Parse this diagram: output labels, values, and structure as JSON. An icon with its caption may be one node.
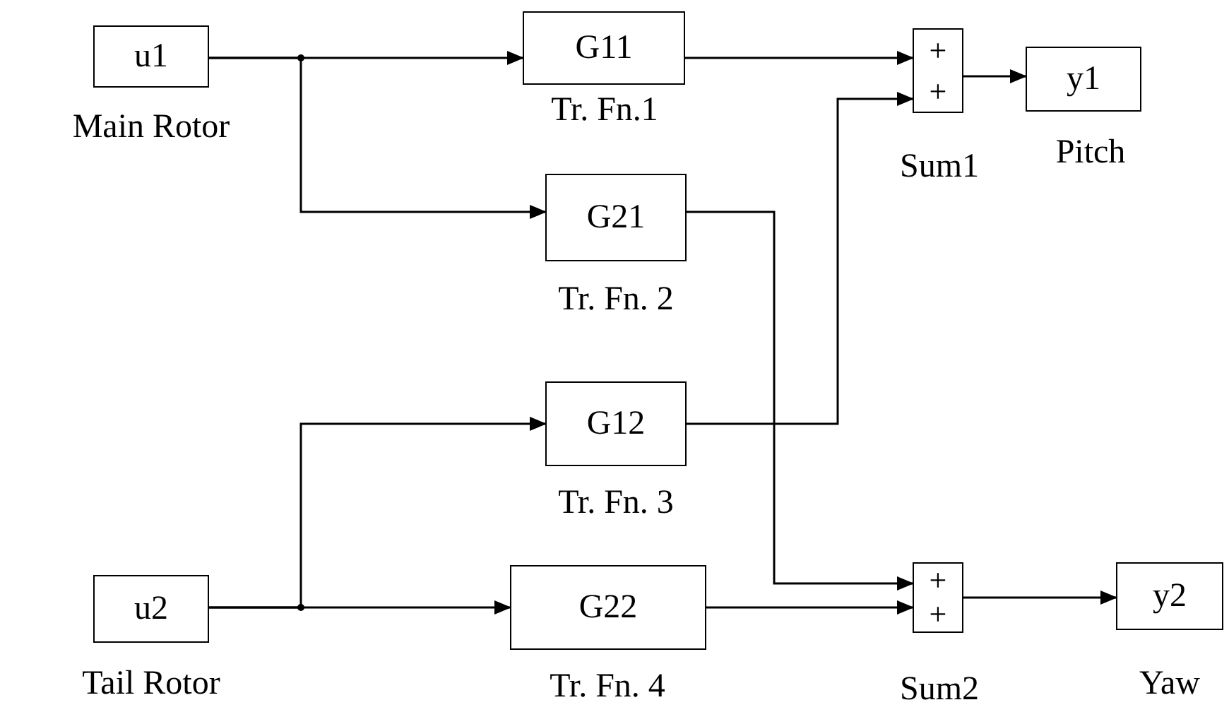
{
  "diagram": {
    "nodes": [
      {
        "text": [
          "u1"
        ],
        "beside": [
          "Main Rotor"
        ]
      },
      {
        "text": [
          "G11"
        ],
        "beside": [
          "Tr. Fn.1"
        ]
      },
      {
        "text": [
          "+",
          "+"
        ],
        "beside": [
          "Sum1"
        ]
      },
      {
        "text": [
          "y1"
        ],
        "beside": [
          "Pitch"
        ]
      },
      {
        "text": [
          "G21"
        ],
        "beside": [
          "Tr. Fn. 2"
        ]
      },
      {
        "text": [
          "G12"
        ],
        "beside": [
          "Tr. Fn. 3"
        ]
      },
      {
        "text": [
          "u2"
        ],
        "beside": [
          "Tail Rotor"
        ]
      },
      {
        "text": [
          "G22"
        ],
        "beside": [
          "Tr. Fn. 4"
        ]
      },
      {
        "text": [
          "+",
          "+"
        ],
        "beside": [
          "Sum2"
        ]
      },
      {
        "text": [
          "y2"
        ],
        "beside": [
          "Yaw"
        ]
      }
    ],
    "edges": [
      {
        "from": 0,
        "to": 1,
        "arrow": "to"
      },
      {
        "from": 0,
        "to": 4,
        "arrow": "to"
      },
      {
        "from": 1,
        "to": 2,
        "arrow": "to"
      },
      {
        "from": 5,
        "to": 2,
        "arrow": "to"
      },
      {
        "from": 2,
        "to": 3,
        "arrow": "to"
      },
      {
        "from": 4,
        "to": 8,
        "arrow": "to"
      },
      {
        "from": 6,
        "to": 5,
        "arrow": "to"
      },
      {
        "from": 6,
        "to": 7,
        "arrow": "to"
      },
      {
        "from": 7,
        "to": 8,
        "arrow": "to"
      },
      {
        "from": 8,
        "to": 9,
        "arrow": "to"
      }
    ]
  }
}
